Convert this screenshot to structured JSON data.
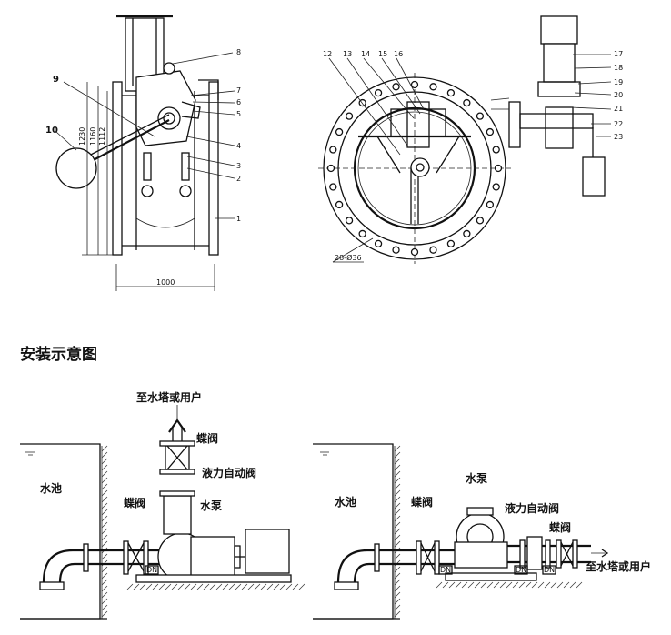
{
  "section_title": "安装示意图",
  "drawing1": {
    "part_numbers": [
      "8",
      "7",
      "6",
      "5",
      "4",
      "3",
      "2",
      "1",
      "9",
      "10"
    ],
    "dimensions": {
      "width": "1000",
      "height_a": "1230",
      "height_b": "1160",
      "height_c": "1112"
    }
  },
  "drawing2": {
    "part_numbers_top": [
      "12",
      "13",
      "14",
      "15",
      "16"
    ],
    "part_numbers_right": [
      "17",
      "18",
      "19",
      "20",
      "21",
      "22",
      "23"
    ],
    "bolt_note": "28-Ø36"
  },
  "install_left": {
    "top_label": "至水塔或用户",
    "butterfly_top": "蝶阀",
    "control_valve": "液力自动阀",
    "pool": "水池",
    "butterfly_side": "蝶阀",
    "pump": "水泵",
    "dn": "DN"
  },
  "install_right": {
    "pool": "水池",
    "butterfly_left": "蝶阀",
    "pump": "水泵",
    "control_valve": "液力自动阀",
    "butterfly_right": "蝶阀",
    "outlet": "至水塔或用户",
    "dn1": "DN",
    "dn2": "DN",
    "dn3": "DN"
  }
}
